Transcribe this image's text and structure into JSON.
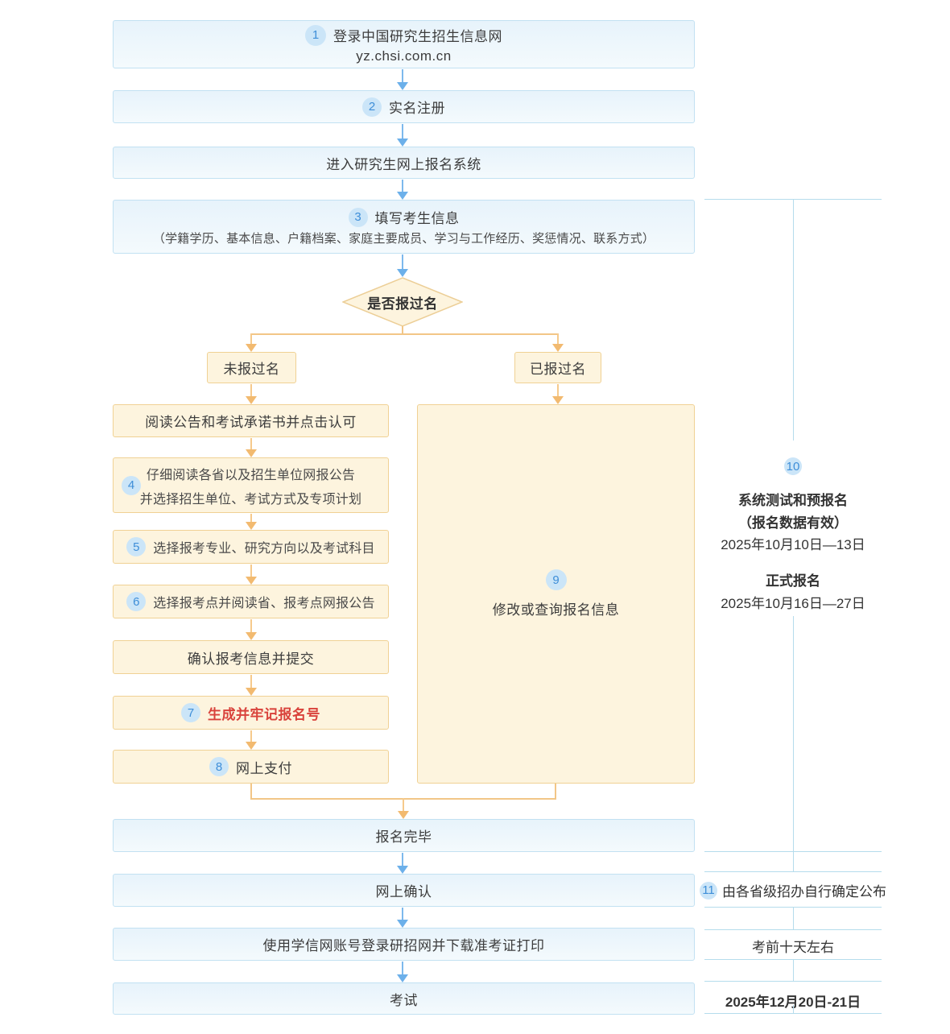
{
  "flow": {
    "step1": {
      "badge": "1",
      "title": "登录中国研究生招生信息网",
      "url": "yz.chsi.com.cn"
    },
    "step2": {
      "badge": "2",
      "label": "实名注册"
    },
    "enter_system": {
      "label": "进入研究生网上报名系统"
    },
    "step3": {
      "badge": "3",
      "title": "填写考生信息",
      "detail": "（学籍学历、基本信息、户籍档案、家庭主要成员、学习与工作经历、奖惩情况、联系方式）"
    },
    "decision": {
      "label": "是否报过名"
    },
    "branch_no": {
      "label": "未报过名"
    },
    "branch_yes": {
      "label": "已报过名"
    },
    "read_notice": {
      "label": "阅读公告和考试承诺书并点击认可"
    },
    "step4": {
      "badge": "4",
      "line1": "仔细阅读各省以及招生单位网报公告",
      "line2": "并选择招生单位、考试方式及专项计划"
    },
    "step5": {
      "badge": "5",
      "label": "选择报考专业、研究方向以及考试科目"
    },
    "step6": {
      "badge": "6",
      "label": "选择报考点并阅读省、报考点网报公告"
    },
    "confirm_submit": {
      "label": "确认报考信息并提交"
    },
    "step7": {
      "badge": "7",
      "label": "生成并牢记报名号"
    },
    "step8": {
      "badge": "8",
      "label": "网上支付"
    },
    "step9": {
      "badge": "9",
      "label": "修改或查询报名信息"
    },
    "complete": {
      "label": "报名完毕"
    },
    "online_confirm": {
      "label": "网上确认"
    },
    "download_ticket": {
      "label": "使用学信网账号登录研招网并下载准考证打印"
    },
    "exam": {
      "label": "考试"
    }
  },
  "sidebar": {
    "step10": {
      "badge": "10",
      "test_title": "系统测试和预报名",
      "test_note": "（报名数据有效）",
      "test_date": "2025年10月10日—13日",
      "formal_title": "正式报名",
      "formal_date": "2025年10月16日—27日"
    },
    "step11": {
      "badge": "11",
      "label": "由各省级招办自行确定公布"
    },
    "confirm_time": {
      "label": "考前十天左右"
    },
    "exam_date": {
      "label": "2025年12月20日-21日"
    }
  },
  "colors": {
    "blue_box_border": "#c2e1f2",
    "blue_arrow": "#7db9ed",
    "tan_box_bg": "#fdf4de",
    "tan_box_border": "#f0d194",
    "orange_arrow": "#f2ba70",
    "badge_bg": "#cbe5f8",
    "badge_text": "#3e8ed8",
    "red_text": "#d9423b",
    "sidebar_line": "#b5dcec"
  }
}
